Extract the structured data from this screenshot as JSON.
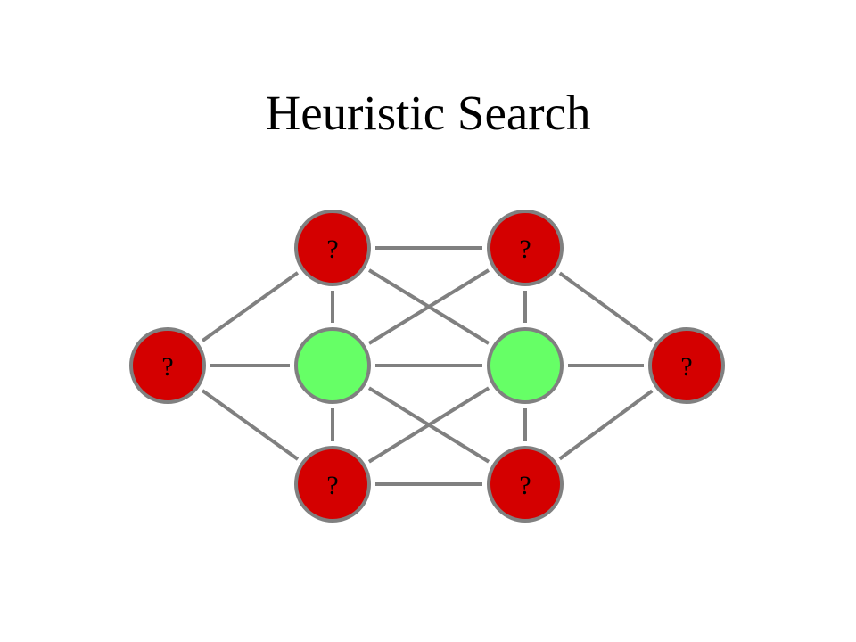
{
  "slide": {
    "title": "Heuristic Search"
  },
  "graph": {
    "colors": {
      "unknown_fill": "#d40000",
      "known_fill": "#66ff66",
      "node_stroke": "#808080",
      "edge": "#808080",
      "label": "#000000"
    },
    "nodes": [
      {
        "id": "left",
        "label": "?",
        "state": "unknown"
      },
      {
        "id": "top-1",
        "label": "?",
        "state": "unknown"
      },
      {
        "id": "center-1",
        "label": "",
        "state": "known"
      },
      {
        "id": "bottom-1",
        "label": "?",
        "state": "unknown"
      },
      {
        "id": "top-2",
        "label": "?",
        "state": "unknown"
      },
      {
        "id": "center-2",
        "label": "",
        "state": "known"
      },
      {
        "id": "bottom-2",
        "label": "?",
        "state": "unknown"
      },
      {
        "id": "right",
        "label": "?",
        "state": "unknown"
      }
    ],
    "edges": [
      [
        "left",
        "top-1"
      ],
      [
        "left",
        "center-1"
      ],
      [
        "left",
        "bottom-1"
      ],
      [
        "top-1",
        "center-1"
      ],
      [
        "center-1",
        "bottom-1"
      ],
      [
        "top-1",
        "top-2"
      ],
      [
        "top-1",
        "center-2"
      ],
      [
        "center-1",
        "top-2"
      ],
      [
        "center-1",
        "center-2"
      ],
      [
        "center-1",
        "bottom-2"
      ],
      [
        "bottom-1",
        "center-2"
      ],
      [
        "bottom-1",
        "bottom-2"
      ],
      [
        "top-2",
        "center-2"
      ],
      [
        "center-2",
        "bottom-2"
      ],
      [
        "top-2",
        "right"
      ],
      [
        "center-2",
        "right"
      ],
      [
        "bottom-2",
        "right"
      ]
    ]
  }
}
